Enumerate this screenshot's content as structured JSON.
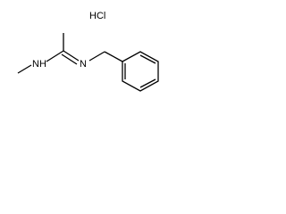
{
  "molecule": {
    "salt_label": "HCl",
    "atoms": {
      "nh": "NH",
      "n": "N"
    }
  }
}
